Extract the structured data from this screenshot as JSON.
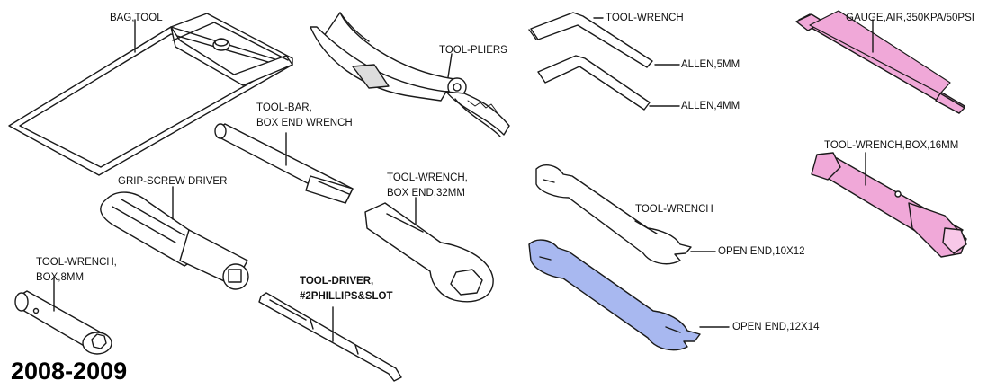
{
  "year": "2008-2009",
  "colors": {
    "outline": "#1a1a1a",
    "highlight_pink": "#f0a8d8",
    "highlight_blue": "#a8b8f0"
  },
  "parts": {
    "bag": {
      "name": "BAG,TOOL",
      "icon": "tool-bag"
    },
    "pliers": {
      "name": "TOOL-PLIERS",
      "icon": "pliers"
    },
    "wrench_set": {
      "name": "TOOL-WRENCH",
      "icon": "allen-keys"
    },
    "allen5": {
      "name": "ALLEN,5MM",
      "icon": "allen-key"
    },
    "allen4": {
      "name": "ALLEN,4MM",
      "icon": "allen-key"
    },
    "gauge": {
      "name": "GAUGE,AIR,350KPA/50PSI",
      "icon": "air-gauge",
      "highlighted": true
    },
    "bar": {
      "line1": "TOOL-BAR,",
      "line2": "BOX END WRENCH",
      "icon": "bar"
    },
    "box16": {
      "name": "TOOL-WRENCH,BOX,16MM",
      "icon": "box-wrench",
      "highlighted": true
    },
    "grip": {
      "name": "GRIP-SCREW DRIVER",
      "icon": "screwdriver-grip"
    },
    "box32": {
      "line1": "TOOL-WRENCH,",
      "line2": "BOX END,32MM",
      "icon": "box-end-wrench"
    },
    "open_set": {
      "name": "TOOL-WRENCH",
      "icon": "open-end-wrench"
    },
    "open1012": {
      "name": "OPEN END,10X12",
      "icon": "open-end-wrench"
    },
    "open1214": {
      "name": "OPEN END,12X14",
      "icon": "open-end-wrench",
      "highlighted": true
    },
    "box8": {
      "line1": "TOOL-WRENCH,",
      "line2": "BOX,8MM",
      "icon": "box-wrench"
    },
    "driver": {
      "line1": "TOOL-DRIVER,",
      "line2": "#2PHILLIPS&SLOT",
      "icon": "screwdriver-bit"
    }
  }
}
